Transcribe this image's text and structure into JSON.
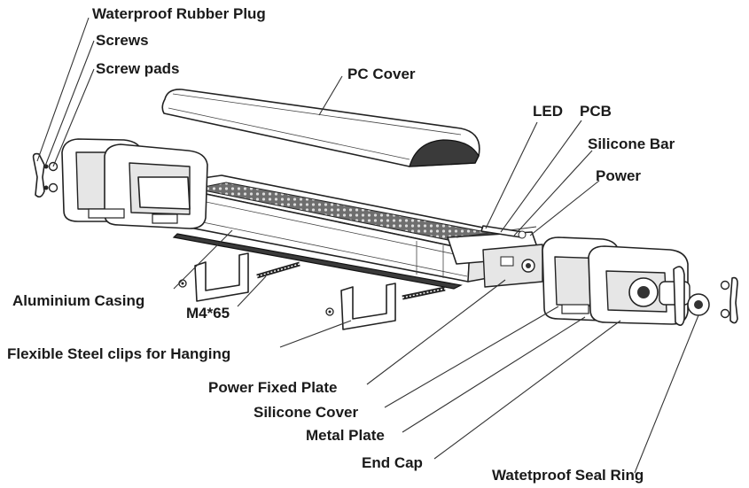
{
  "labels": {
    "waterproof_rubber_plug": "Waterproof Rubber Plug",
    "screws": "Screws",
    "screw_pads": "Screw pads",
    "pc_cover": "PC Cover",
    "led": "LED",
    "pcb": "PCB",
    "silicone_bar": "Silicone Bar",
    "power": "Power",
    "aluminium_casing": "Aluminium Casing",
    "m4_65": "M4*65",
    "flexible_steel_clips": "Flexible Steel clips for Hanging",
    "power_fixed_plate": "Power Fixed Plate",
    "silicone_cover": "Silicone Cover",
    "metal_plate": "Metal Plate",
    "end_cap": "End Cap",
    "watetproof_seal_ring": "Watetproof Seal Ring"
  }
}
